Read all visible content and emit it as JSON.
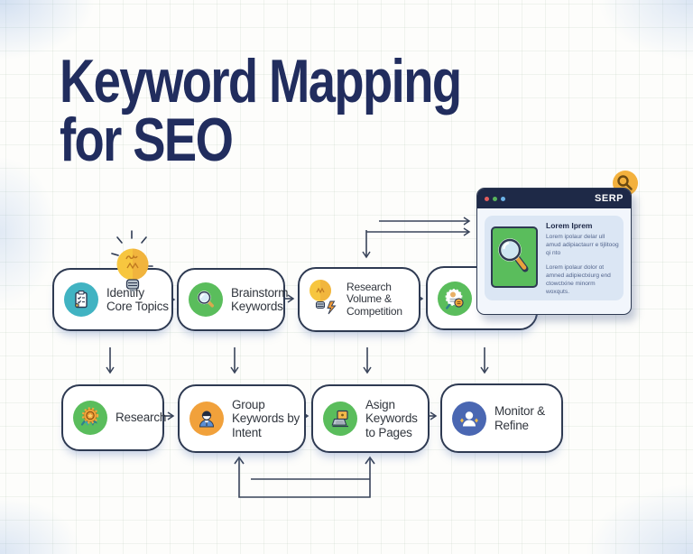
{
  "title": {
    "line1": "Keyword Mapping",
    "line2": "for SEO"
  },
  "colors": {
    "title_navy": "#212d5e",
    "box_border": "#2e3a52",
    "teal_circle": "#41b3c2",
    "green_circle": "#5abd5c",
    "orange_circle": "#f1a13b",
    "blue_circle": "#4a67b2",
    "bulb_yellow": "#f7c63f",
    "serp_bar_navy": "#1e2947",
    "serp_card_blue": "#dbe6f4"
  },
  "flow": {
    "row1": [
      {
        "label": "Identify Core Topics",
        "icon": "clipboard-checklist-icon"
      },
      {
        "label": "Brainstorm Keywords",
        "icon": "magnifier-icon"
      },
      {
        "label": "Research Volume & Competition",
        "icon": "lightbulb-bolt-icon"
      },
      {
        "label": "",
        "icon": "seal-magnifier-icon"
      }
    ],
    "row2": [
      {
        "label": "Research",
        "icon": "badge-magnifier-icon"
      },
      {
        "label": "Group Keywords by Intent",
        "icon": "person-icon"
      },
      {
        "label": "Asign Keywords to Pages",
        "icon": "laptop-icon"
      },
      {
        "label": "Monitor & Refine",
        "icon": "person-sparkles-icon"
      }
    ]
  },
  "serp_window": {
    "titlebar_label": "SERP",
    "card": {
      "heading": "Lorem Iprem",
      "paragraph1": "Lorem ipolaur delar ull amud adipiactaurr e tijlitoog qi nto",
      "paragraph2": "Lorem ipolaur dolor ot amned adipiectxiurg end ctowctxine minorm woxquts."
    }
  }
}
